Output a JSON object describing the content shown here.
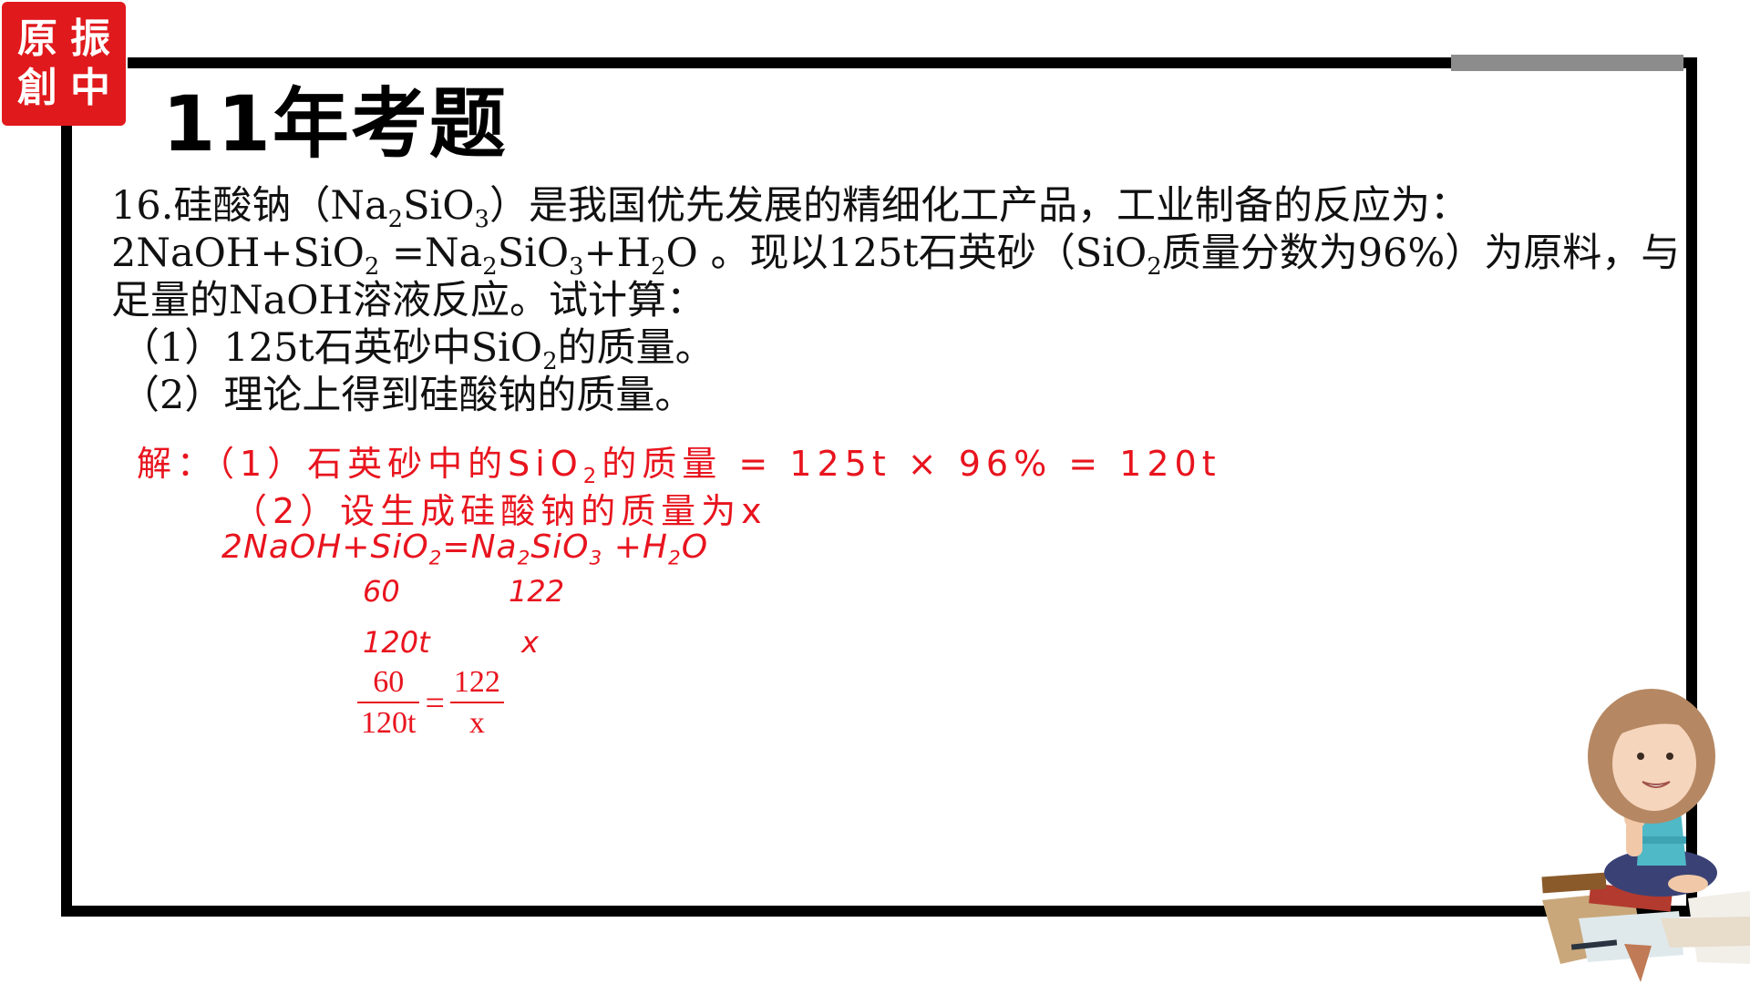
{
  "stamp": {
    "chars": [
      "原",
      "振",
      "創",
      "中"
    ]
  },
  "watermark": "",
  "heading": "11年考题",
  "question": {
    "number": "16.",
    "line1_a": "硅酸钠（Na",
    "line1_b": "SiO",
    "line1_c": "）是我国优先发展的精细化工产品，工业制备的反应为：",
    "line2_a": "2NaOH+SiO",
    "line2_b": " =Na",
    "line2_c": "SiO",
    "line2_d": "+H",
    "line2_e": "O 。现以125t石英砂（SiO",
    "line2_f": "质量分数为96%）为原料，与",
    "line3": "足量的NaOH溶液反应。试计算：",
    "part1_a": "（1）125t石英砂中SiO",
    "part1_b": "的质量。",
    "part2": "（2）理论上得到硅酸钠的质量。",
    "sub2": "2",
    "sub3": "3"
  },
  "solution": {
    "line1_a": "解：（1）石英砂中的SiO",
    "line1_b": "的质量 = 125t × 96% = 120t",
    "line2": "（2）设生成硅酸钠的质量为x",
    "equation": {
      "a": "2NaOH+SiO",
      "b": "=Na",
      "c": "SiO",
      "d": " +H",
      "e": "O"
    },
    "molar_mass_sio2": "60",
    "molar_mass_na2sio3": "122",
    "given_mass": "120t",
    "unknown": "x",
    "fraction_left": {
      "numerator": "60",
      "denominator": "120t"
    },
    "equals": "=",
    "fraction_right": {
      "numerator": "122",
      "denominator": "x"
    }
  },
  "colors": {
    "annotation_red": "#e8141e",
    "stamp_red": "#e0191c",
    "frame": "#000000"
  }
}
